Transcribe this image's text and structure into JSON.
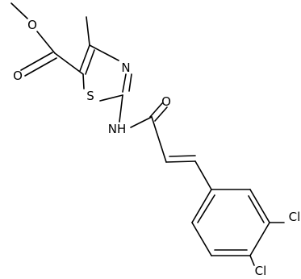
{
  "molecule": {
    "atoms": {
      "o_ether": "O",
      "o_ester": "O",
      "o_amide": "O",
      "s_ring": "S",
      "n_ring": "N",
      "nh": "NH",
      "cl_3": "Cl",
      "cl_4": "Cl"
    }
  }
}
